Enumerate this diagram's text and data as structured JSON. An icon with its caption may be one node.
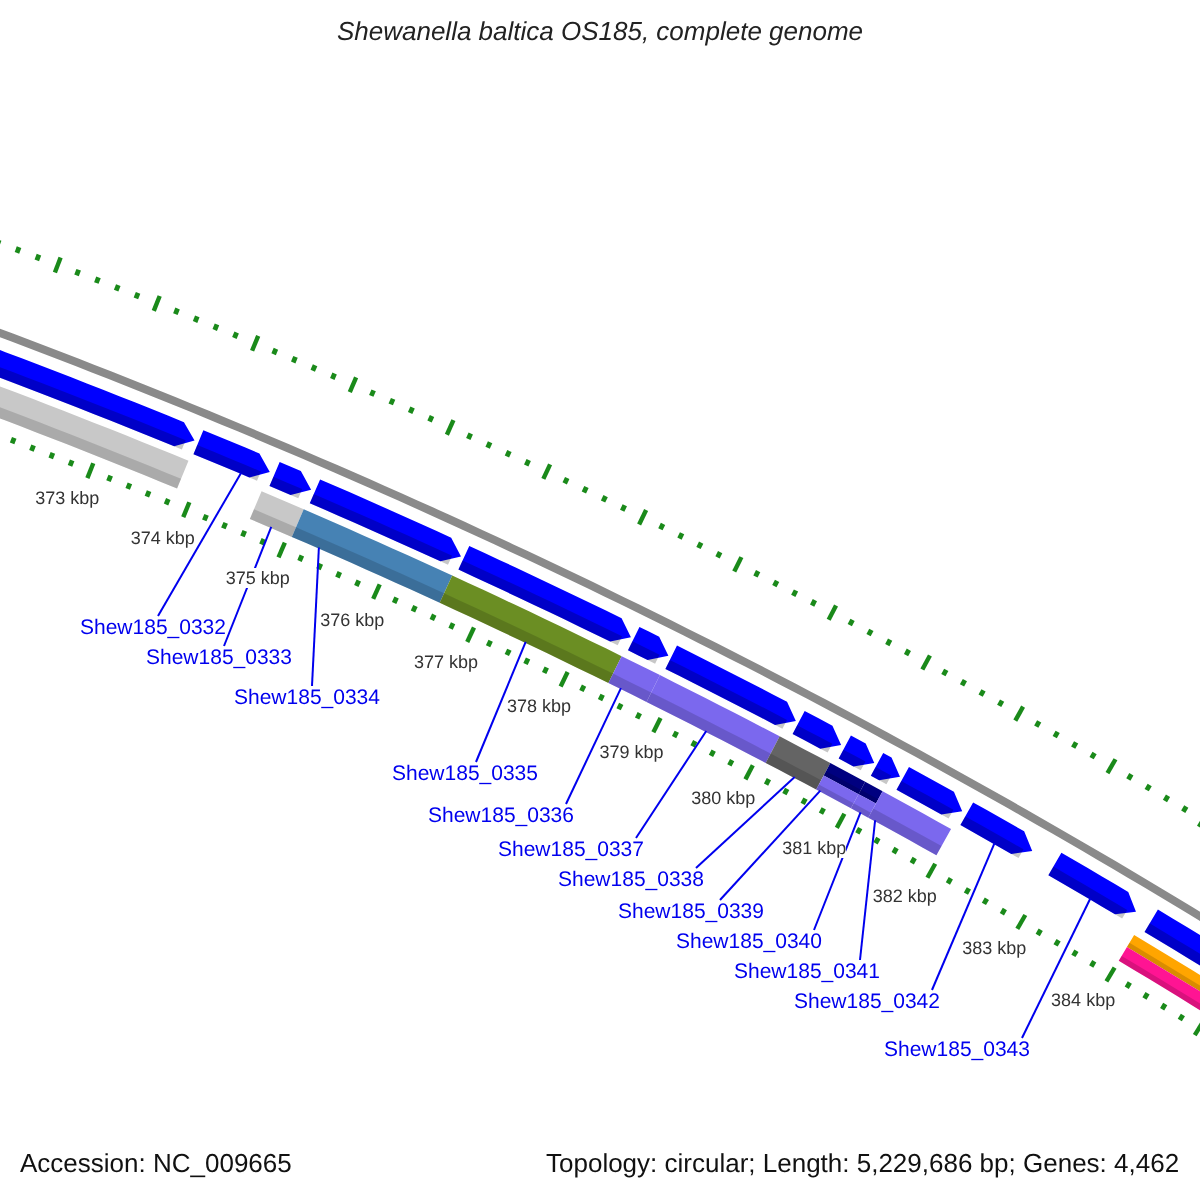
{
  "diagram": {
    "title": "Shewanella baltica OS185, complete genome",
    "nodes": [
      {
        "text": [
          "Shew185_0332"
        ]
      },
      {
        "text": [
          "Shew185_0333"
        ]
      },
      {
        "text": [
          "Shew185_0334"
        ]
      },
      {
        "text": [
          "Shew185_0335"
        ]
      },
      {
        "text": [
          "Shew185_0336"
        ]
      },
      {
        "text": [
          "Shew185_0337"
        ]
      },
      {
        "text": [
          "Shew185_0338"
        ]
      },
      {
        "text": [
          "Shew185_0339"
        ]
      },
      {
        "text": [
          "Shew185_0340"
        ]
      },
      {
        "text": [
          "Shew185_0341"
        ]
      },
      {
        "text": [
          "Shew185_0342"
        ]
      },
      {
        "text": [
          "Shew185_0343"
        ]
      },
      {
        "text": [],
        "shape": "box"
      },
      {
        "text": [],
        "shape": "bar"
      },
      {
        "text": [],
        "shape": "bar"
      },
      {
        "text": [],
        "shape": "bar"
      },
      {
        "text": [],
        "shape": "bar"
      },
      {
        "text": [],
        "shape": "bar"
      },
      {
        "text": [],
        "shape": "bar"
      },
      {
        "text": [],
        "shape": "bar"
      },
      {
        "text": [],
        "shape": "bar"
      },
      {
        "text": [],
        "shape": "bar"
      },
      {
        "text": [],
        "shape": "box"
      },
      {
        "text": [],
        "shape": "box"
      }
    ],
    "edges": [
      {
        "from": 0,
        "to": 12,
        "arrow": "none"
      },
      {
        "from": 1,
        "to": 13,
        "arrow": "none"
      },
      {
        "from": 2,
        "to": 14,
        "arrow": "none"
      },
      {
        "from": 3,
        "to": 15,
        "arrow": "none"
      },
      {
        "from": 4,
        "to": 16,
        "arrow": "none"
      },
      {
        "from": 5,
        "to": 17,
        "arrow": "none"
      },
      {
        "from": 6,
        "to": 18,
        "arrow": "none"
      },
      {
        "from": 7,
        "to": 19,
        "arrow": "none"
      },
      {
        "from": 8,
        "to": 20,
        "arrow": "none"
      },
      {
        "from": 9,
        "to": 21,
        "arrow": "none"
      },
      {
        "from": 10,
        "to": 22,
        "arrow": "none"
      },
      {
        "from": 11,
        "to": 23,
        "arrow": "none"
      }
    ],
    "labels": [
      "373 kbp",
      "374 kbp",
      "375 kbp",
      "376 kbp",
      "377 kbp",
      "378 kbp",
      "379 kbp",
      "380 kbp",
      "381 kbp",
      "382 kbp",
      "383 kbp",
      "384 kbp",
      "Accession: NC_009665",
      "Topology: circular; Length: 5,229,686 bp; Genes: 4,462"
    ]
  }
}
